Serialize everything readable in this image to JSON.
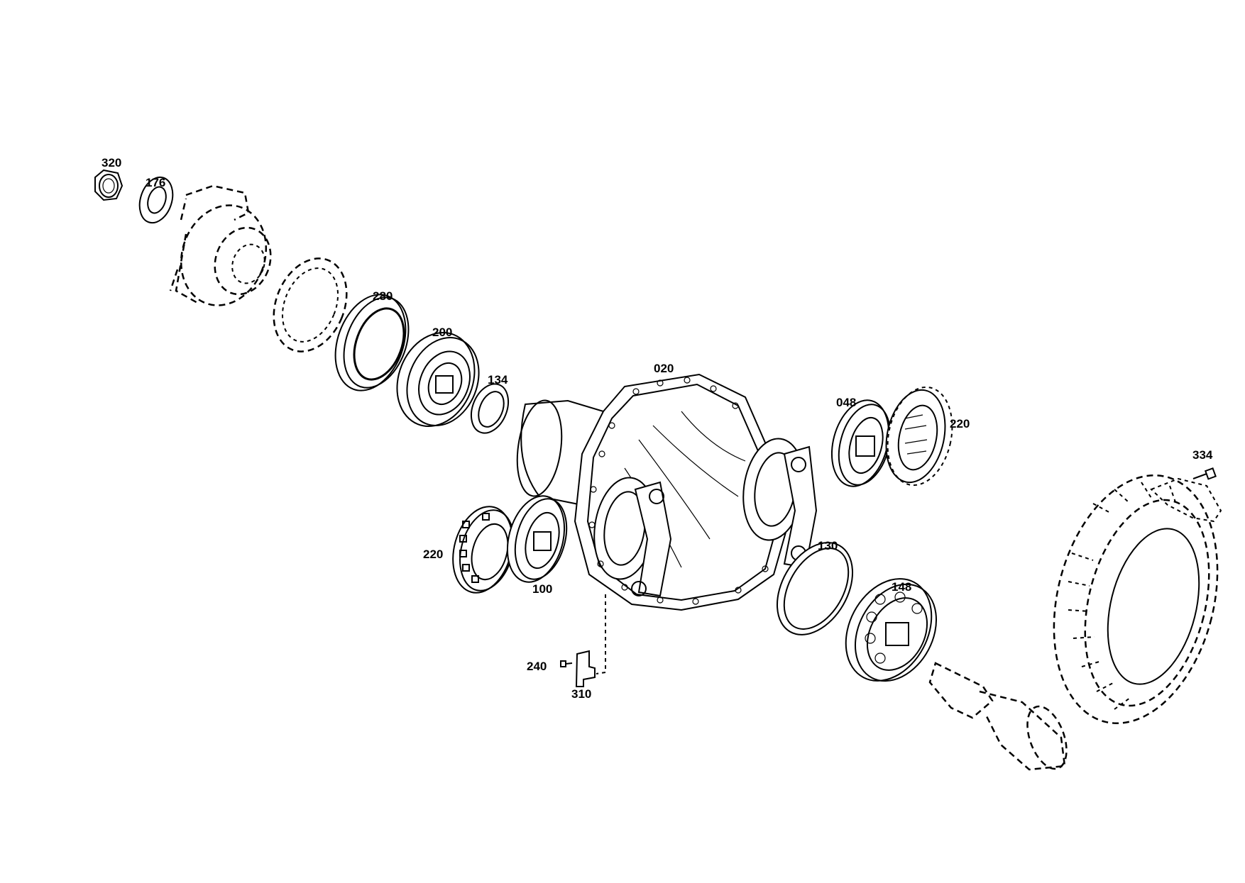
{
  "diagram": {
    "labels": {
      "p320": "320",
      "p176": "176",
      "p280": "280",
      "p200": "200",
      "p134": "134",
      "p020": "020",
      "p048": "048",
      "p220a": "220",
      "p334": "334",
      "p220b": "220",
      "p100": "100",
      "p130": "130",
      "p148": "148",
      "p240": "240",
      "p310": "310"
    }
  }
}
